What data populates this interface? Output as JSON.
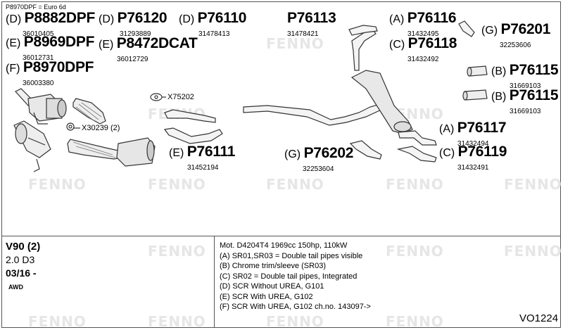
{
  "header_note": "P8970DPF = Euro 6d",
  "watermark": "FENNO",
  "parts": [
    {
      "id": "p1",
      "prefix": "(D)",
      "code": "P8882DPF",
      "number": "36010405"
    },
    {
      "id": "p2",
      "prefix": "(E)",
      "code": "P8969DPF",
      "number": "36012731"
    },
    {
      "id": "p3",
      "prefix": "(F)",
      "code": "P8970DPF",
      "number": "36003380"
    },
    {
      "id": "p4",
      "prefix": "(D)",
      "code": "P76120",
      "number": "31293889"
    },
    {
      "id": "p5",
      "prefix": "(D)",
      "code": "P76110",
      "number": "31478413"
    },
    {
      "id": "p6",
      "prefix": "(E)",
      "code": "P8472DCAT",
      "number": "36012729"
    },
    {
      "id": "p7",
      "prefix": "",
      "code": "P76113",
      "number": "31478421"
    },
    {
      "id": "p8",
      "prefix": "(A)",
      "code": "P76116",
      "number": "31432495"
    },
    {
      "id": "p9",
      "prefix": "(C)",
      "code": "P76118",
      "number": "31432492"
    },
    {
      "id": "p10",
      "prefix": "(G)",
      "code": "P76201",
      "number": "32253606"
    },
    {
      "id": "p11",
      "prefix": "(B)",
      "code": "P76115",
      "number": "31669103"
    },
    {
      "id": "p12",
      "prefix": "(B)",
      "code": "P76115",
      "number": "31669103"
    },
    {
      "id": "p13",
      "prefix": "(A)",
      "code": "P76117",
      "number": "31432494"
    },
    {
      "id": "p14",
      "prefix": "(C)",
      "code": "P76119",
      "number": "31432491"
    },
    {
      "id": "p15",
      "prefix": "(E)",
      "code": "P76111",
      "number": "31452194"
    },
    {
      "id": "p16",
      "prefix": "(G)",
      "code": "P76202",
      "number": "32253604"
    }
  ],
  "callouts": {
    "gasket": "X75202",
    "clamp": "X30239 (2)"
  },
  "vehicle": {
    "model": "V90 (2)",
    "engine": "2.0 D3",
    "date": "03/16 -",
    "drive": "AWD"
  },
  "notes": [
    "Mot. D4204T4 1969cc 150hp, 110kW",
    "(A) SR01,SR03 = Double tail pipes visible",
    "(B) Chrome trim/sleeve (SR03)",
    "(C) SR02 = Double tail pipes, Integrated",
    "(D) SCR Without UREA, G101",
    "(E) SCR With UREA, G102",
    "(F) SCR With UREA, G102 ch.no. 143097->"
  ],
  "diagram_id": "VO1224"
}
